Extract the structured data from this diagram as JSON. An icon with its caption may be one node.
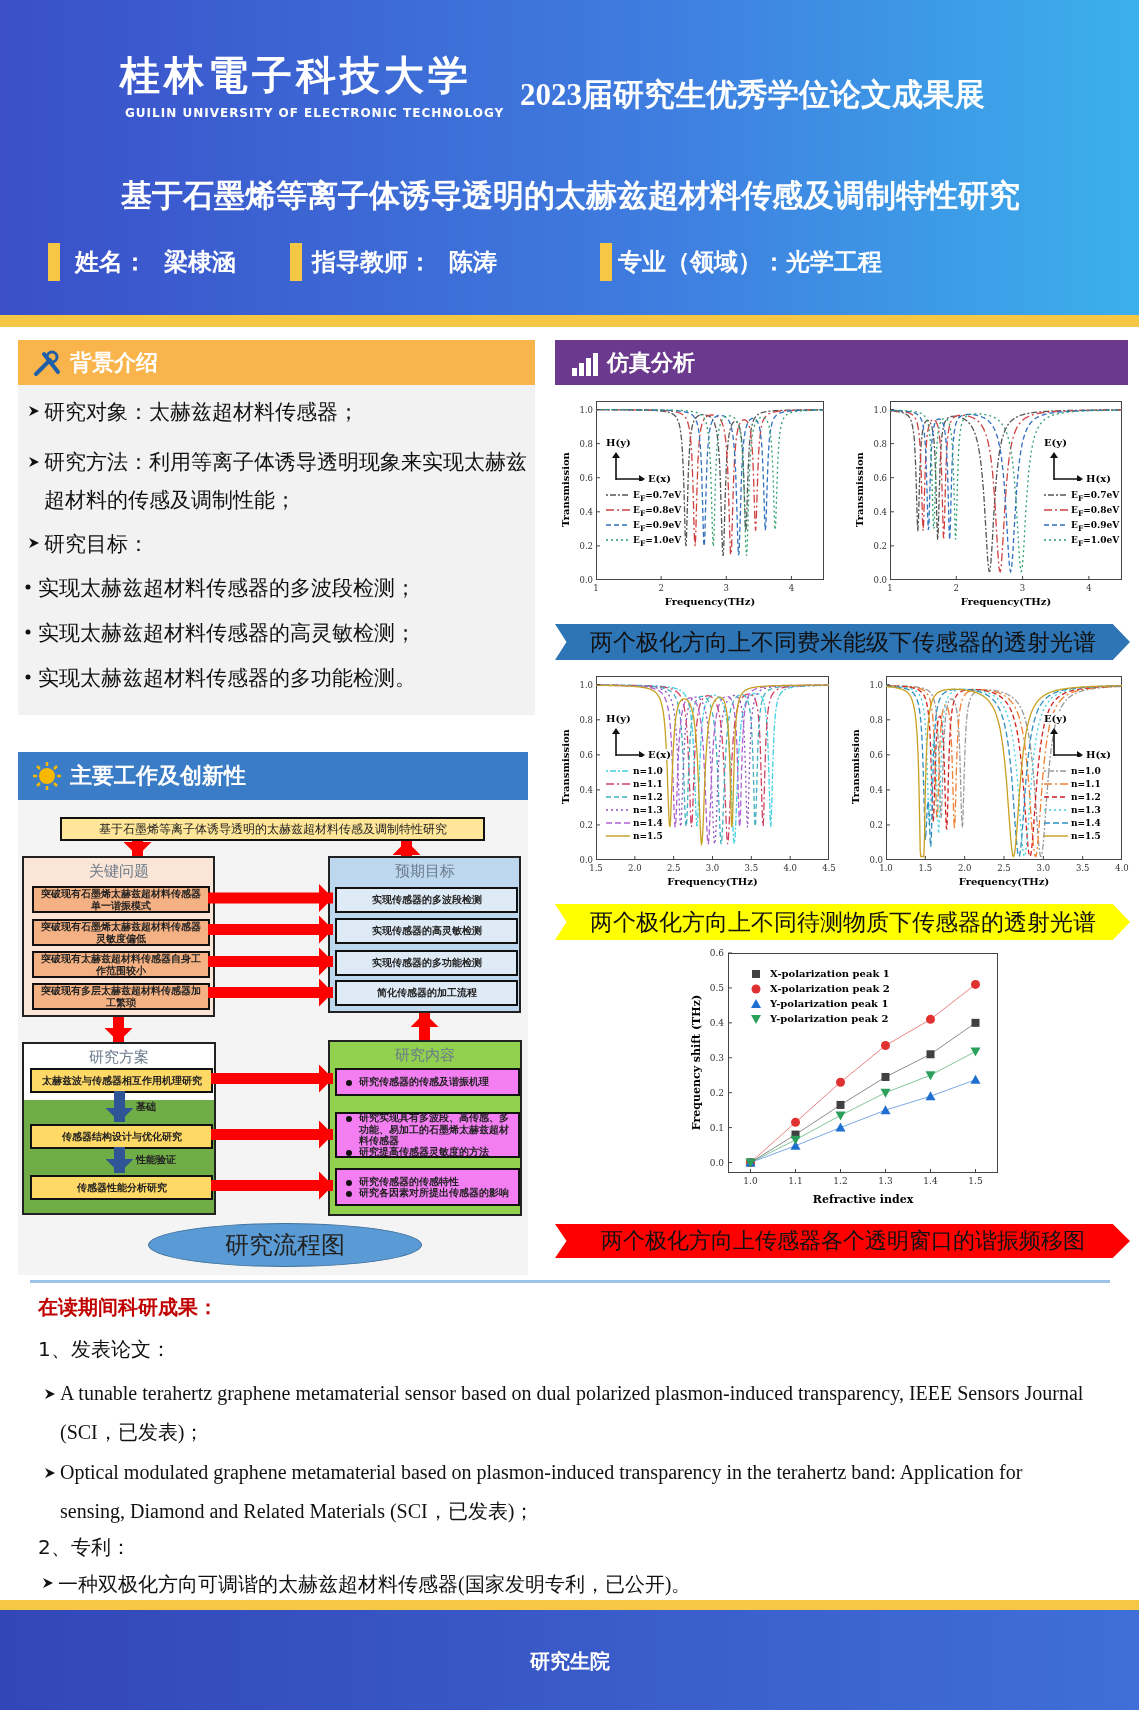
{
  "diagram": {
    "title": "基于石墨烯等离子体诱导透明的太赫兹超材料传感及调制特性研究",
    "nodes": [
      {
        "text": [
          "背景介绍"
        ]
      },
      {
        "text": [
          "主要工作及创新性"
        ]
      },
      {
        "text": [
          "基于石墨烯等离子体诱导透明的太赫兹超材料传感及调制特性研究"
        ]
      },
      {
        "text": [
          "关键问题"
        ]
      },
      {
        "text": [
          "突破现有石墨烯太赫兹超材料传感器单一谐振模式"
        ],
        "in": 3
      },
      {
        "text": [
          "突破现有石墨烯太赫兹超材料传感器灵敏度偏低"
        ],
        "in": 3
      },
      {
        "text": [
          "突破现有太赫兹超材料传感器自身工作范围较小"
        ],
        "in": 3
      },
      {
        "text": [
          "突破现有多层太赫兹超材料传感器加工繁琐"
        ],
        "in": 3
      },
      {
        "text": [
          "预期目标"
        ]
      },
      {
        "text": [
          "实现传感器的多波段检测"
        ],
        "in": 8
      },
      {
        "text": [
          "实现传感器的高灵敏检测"
        ],
        "in": 8
      },
      {
        "text": [
          "实现传感器的多功能检测"
        ],
        "in": 8
      },
      {
        "text": [
          "简化传感器的加工流程"
        ],
        "in": 8
      },
      {
        "text": [
          "研究方案"
        ]
      },
      {
        "text": [
          "太赫兹波与传感器相互作用机理研究"
        ],
        "in": 13
      },
      {
        "text": [
          "传感器结构设计与优化研究"
        ],
        "in": 13
      },
      {
        "text": [
          "传感器性能分析研究"
        ],
        "in": 13
      },
      {
        "text": [
          "研究内容"
        ]
      },
      {
        "text": [
          "研究传感器的传感及谐振机理"
        ],
        "in": 17
      },
      {
        "text": [
          "研究实现具有多波段、高传感、多功能、易加工的石墨烯太赫兹超材料传感器",
          "研究提高传感器灵敏度的方法"
        ],
        "in": 17
      },
      {
        "text": [
          "研究传感器的传感特性",
          "研究各因素对所提出传感器的影响"
        ],
        "in": 17
      },
      {
        "text": [
          "研究流程图"
        ]
      },
      {
        "text": [
          "仿真分析"
        ]
      },
      {
        "text": [
          "两个极化方向上不同费米能级下传感器的透射光谱"
        ]
      },
      {
        "text": [
          "两个极化方向上不同待测物质下传感器的透射光谱"
        ]
      },
      {
        "text": [
          "两个极化方向上传感器各个透明窗口的谐振频移图"
        ]
      }
    ],
    "edges": [
      {
        "from": 2,
        "to": 3,
        "arrow": "to"
      },
      {
        "from": 8,
        "to": 2,
        "arrow": "to"
      },
      {
        "from": 4,
        "to": 9,
        "arrow": "to"
      },
      {
        "from": 5,
        "to": 10,
        "arrow": "to"
      },
      {
        "from": 6,
        "to": 11,
        "arrow": "to"
      },
      {
        "from": 7,
        "to": 12,
        "arrow": "to"
      },
      {
        "from": 3,
        "to": 13,
        "arrow": "to"
      },
      {
        "from": 14,
        "to": 15,
        "arrow": "to",
        "label": "基础",
        "color": "#2f5597"
      },
      {
        "from": 15,
        "to": 16,
        "arrow": "to",
        "label": "性能验证",
        "color": "#2f5597"
      },
      {
        "from": 14,
        "to": 18,
        "arrow": "to"
      },
      {
        "from": 15,
        "to": 19,
        "arrow": "to"
      },
      {
        "from": 16,
        "to": 20,
        "arrow": "to"
      },
      {
        "from": 17,
        "to": 8,
        "arrow": "to"
      }
    ],
    "labels": [
      "桂林電子科技大学",
      "GUILIN UNIVERSITY OF ELECTRONIC TECHNOLOGY",
      "2023届研究生优秀学位论文成果展",
      "姓名：  梁棣涵",
      "指导教师：  陈涛",
      "专业（领域）：光学工程",
      "研究对象：太赫兹超材料传感器；",
      "研究方法：利用等离子体诱导透明现象来实现太赫兹超材料的传感及调制性能；",
      "研究目标：",
      "实现太赫兹超材料传感器的多波段检测；",
      "实现太赫兹超材料传感器的高灵敏检测；",
      "实现太赫兹超材料传感器的多功能检测。",
      "H(y)",
      "E(x)",
      "E$_{F}$=0.7eV",
      "E$_{F}$=0.8eV",
      "E$_{F}$=0.9eV",
      "E$_{F}$=1.0eV",
      "Transmission",
      "Frequency(THz)",
      "0.0",
      "0.2",
      "0.4",
      "0.6",
      "0.8",
      "1.0",
      "1",
      "2",
      "3",
      "4",
      "E(y)",
      "H(x)",
      "E$_{F}$=0.7eV",
      "E$_{F}$=0.8eV",
      "E$_{F}$=0.9eV",
      "E$_{F}$=1.0eV",
      "Transmission",
      "Frequency(THz)",
      "0.0",
      "0.2",
      "0.4",
      "0.6",
      "0.8",
      "1.0",
      "1",
      "2",
      "3",
      "4",
      "H(y)",
      "E(x)",
      "n=1.0",
      "n=1.1",
      "n=1.2",
      "n=1.3",
      "n=1.4",
      "n=1.5",
      "Transmission",
      "Frequency(THz)",
      "0.0",
      "0.2",
      "0.4",
      "0.6",
      "0.8",
      "1.0",
      "1.5",
      "2.0",
      "2.5",
      "3.0",
      "3.5",
      "4.0",
      "4.5",
      "E(y)",
      "H(x)",
      "n=1.0",
      "n=1.1",
      "n=1.2",
      "n=1.3",
      "n=1.4",
      "n=1.5",
      "Transmission",
      "Frequency(THz)",
      "0.0",
      "0.2",
      "0.4",
      "0.6",
      "0.8",
      "1.0",
      "1.0",
      "1.5",
      "2.0",
      "2.5",
      "3.0",
      "3.5",
      "4.0",
      "在读期间科研成果：",
      "1、发表论文：",
      "A tunable terahertz graphene metamaterial sensor based on dual polarized plasmon-induced transparency, IEEE Sensors Journal (SCI，已发表)；",
      "Optical modulated graphene metamaterial based on plasmon-induced transparency in the terahertz band: Application for sensing, Diamond and Related Materials (SCI，已发表)；",
      "2、专利：",
      "一种双极化方向可调谐的太赫兹超材料传感器(国家发明专利，已公开)。",
      "研究生院"
    ],
    "chart_data": {
      "type": "line",
      "xlabel": "Refractive index",
      "ylabel": "Frequency shift (THz)",
      "x": [
        1.0,
        1.1,
        1.2,
        1.3,
        1.4,
        1.5
      ],
      "series": [
        {
          "name": "X-polarization peak 1",
          "color": "#404040",
          "marker": "square",
          "values": [
            0,
            0.08,
            0.165,
            0.245,
            0.31,
            0.4
          ]
        },
        {
          "name": "X-polarization peak 2",
          "color": "#e03030",
          "marker": "circle",
          "values": [
            0,
            0.115,
            0.23,
            0.335,
            0.41,
            0.51
          ]
        },
        {
          "name": "Y-polarization peak 1",
          "color": "#1f6fd0",
          "marker": "triangle-up",
          "values": [
            0,
            0.048,
            0.1,
            0.15,
            0.19,
            0.237
          ]
        },
        {
          "name": "Y-polarization peak 2",
          "color": "#2ca05a",
          "marker": "triangle-down",
          "values": [
            0,
            0.065,
            0.135,
            0.2,
            0.25,
            0.318
          ]
        }
      ],
      "xlim": [
        0.95,
        1.55
      ],
      "ylim": [
        -0.03,
        0.6
      ],
      "legend": true,
      "xticks": [
        {
          "value": 1.0,
          "label": "1.0"
        },
        1.1,
        1.2,
        1.3,
        1.4,
        {
          "value": 1.5,
          "label": "1.5"
        }
      ],
      "yticks": [
        {
          "value": 0,
          "label": "0.0"
        },
        0.1,
        0.2,
        0.3,
        0.4,
        0.5,
        0.6
      ]
    }
  }
}
